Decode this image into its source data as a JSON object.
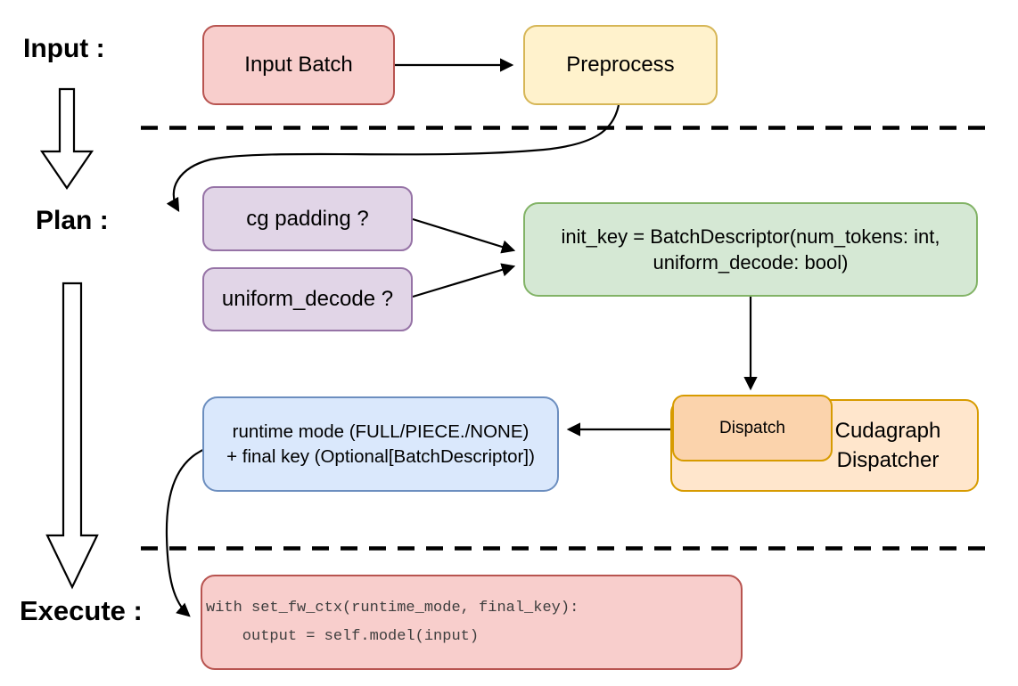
{
  "stages": {
    "input_label": "Input :",
    "plan_label": "Plan :",
    "execute_label": "Execute :"
  },
  "nodes": {
    "input_batch": "Input Batch",
    "preprocess": "Preprocess",
    "cg_padding": "cg padding ?",
    "uniform_decode": "uniform_decode ?",
    "init_key_line1": "init_key = BatchDescriptor(num_tokens: int,",
    "init_key_line2": "uniform_decode: bool)",
    "dispatch": "Dispatch",
    "dispatcher_line1": "Cudagraph",
    "dispatcher_line2": "Dispatcher",
    "runtime_line1": "runtime mode (FULL/PIECE./NONE)",
    "runtime_line2": "+ final key (Optional[BatchDescriptor])",
    "code_line1": "with set_fw_ctx(runtime_mode, final_key):",
    "code_line2": "    output = self.model(input)"
  },
  "edges": [
    {
      "from": "input_batch",
      "to": "preprocess"
    },
    {
      "from": "preprocess",
      "to": "cg_padding"
    },
    {
      "from": "cg_padding",
      "to": "init_key"
    },
    {
      "from": "uniform_decode",
      "to": "init_key"
    },
    {
      "from": "init_key",
      "to": "dispatch"
    },
    {
      "from": "dispatch",
      "to": "runtime_mode"
    },
    {
      "from": "runtime_mode",
      "to": "execute_code"
    }
  ],
  "colors": {
    "pink_fill": "#F8CECC",
    "pink_stroke": "#B85450",
    "yellow_fill": "#FFF2CC",
    "yellow_stroke": "#D6B656",
    "purple_fill": "#E1D5E7",
    "purple_stroke": "#9673A6",
    "green_fill": "#D5E8D4",
    "green_stroke": "#82B366",
    "blue_fill": "#DAE8FC",
    "blue_stroke": "#6C8EBF",
    "orange_outer_fill": "#FFE6CC",
    "orange_inner_fill": "#FBD3AC",
    "orange_stroke": "#D79B00",
    "connector": "#000000",
    "code_text": "#3E3E3E"
  }
}
